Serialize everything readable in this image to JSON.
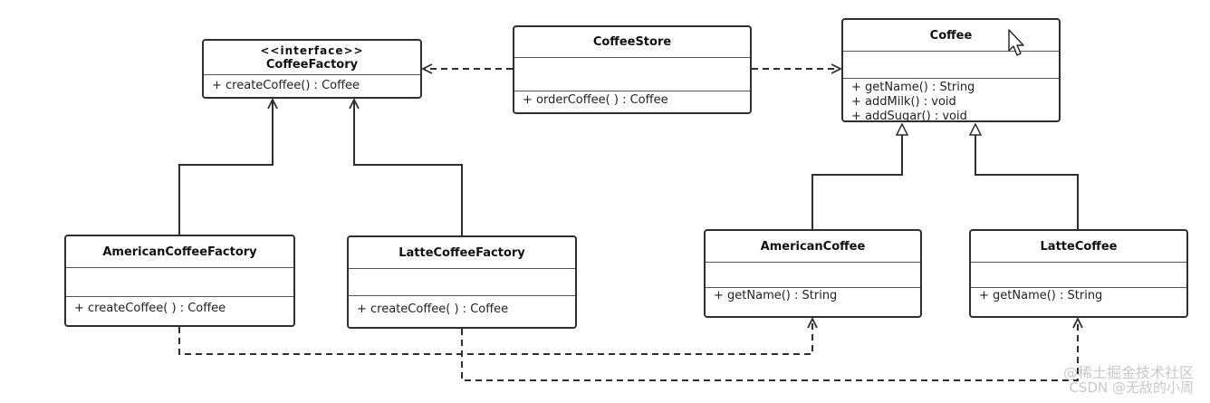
{
  "classes": {
    "coffee_factory": {
      "stereotype": "<<interface>>",
      "name": "CoffeeFactory",
      "ops": [
        "+ createCoffee() : Coffee"
      ]
    },
    "coffee_store": {
      "name": "CoffeeStore",
      "ops": [
        "+ orderCoffee( ) : Coffee"
      ]
    },
    "coffee": {
      "name": "Coffee",
      "ops": [
        "+ getName() : String",
        "+ addMilk() : void",
        "+ addSugar() : void"
      ]
    },
    "american_coffee_factory": {
      "name": "AmericanCoffeeFactory",
      "ops": [
        "+ createCoffee( ) : Coffee"
      ]
    },
    "latte_coffee_factory": {
      "name": "LatteCoffeeFactory",
      "ops": [
        "+ createCoffee( ) : Coffee"
      ]
    },
    "american_coffee": {
      "name": "AmericanCoffee",
      "ops": [
        "+ getName() : String"
      ]
    },
    "latte_coffee": {
      "name": "LatteCoffee",
      "ops": [
        "+ getName() : String"
      ]
    }
  },
  "watermark": {
    "line1": "@稀土掘金技术社区",
    "line2": "CSDN @无敌的小周"
  },
  "cursor_icon": "mouse-pointer-icon"
}
